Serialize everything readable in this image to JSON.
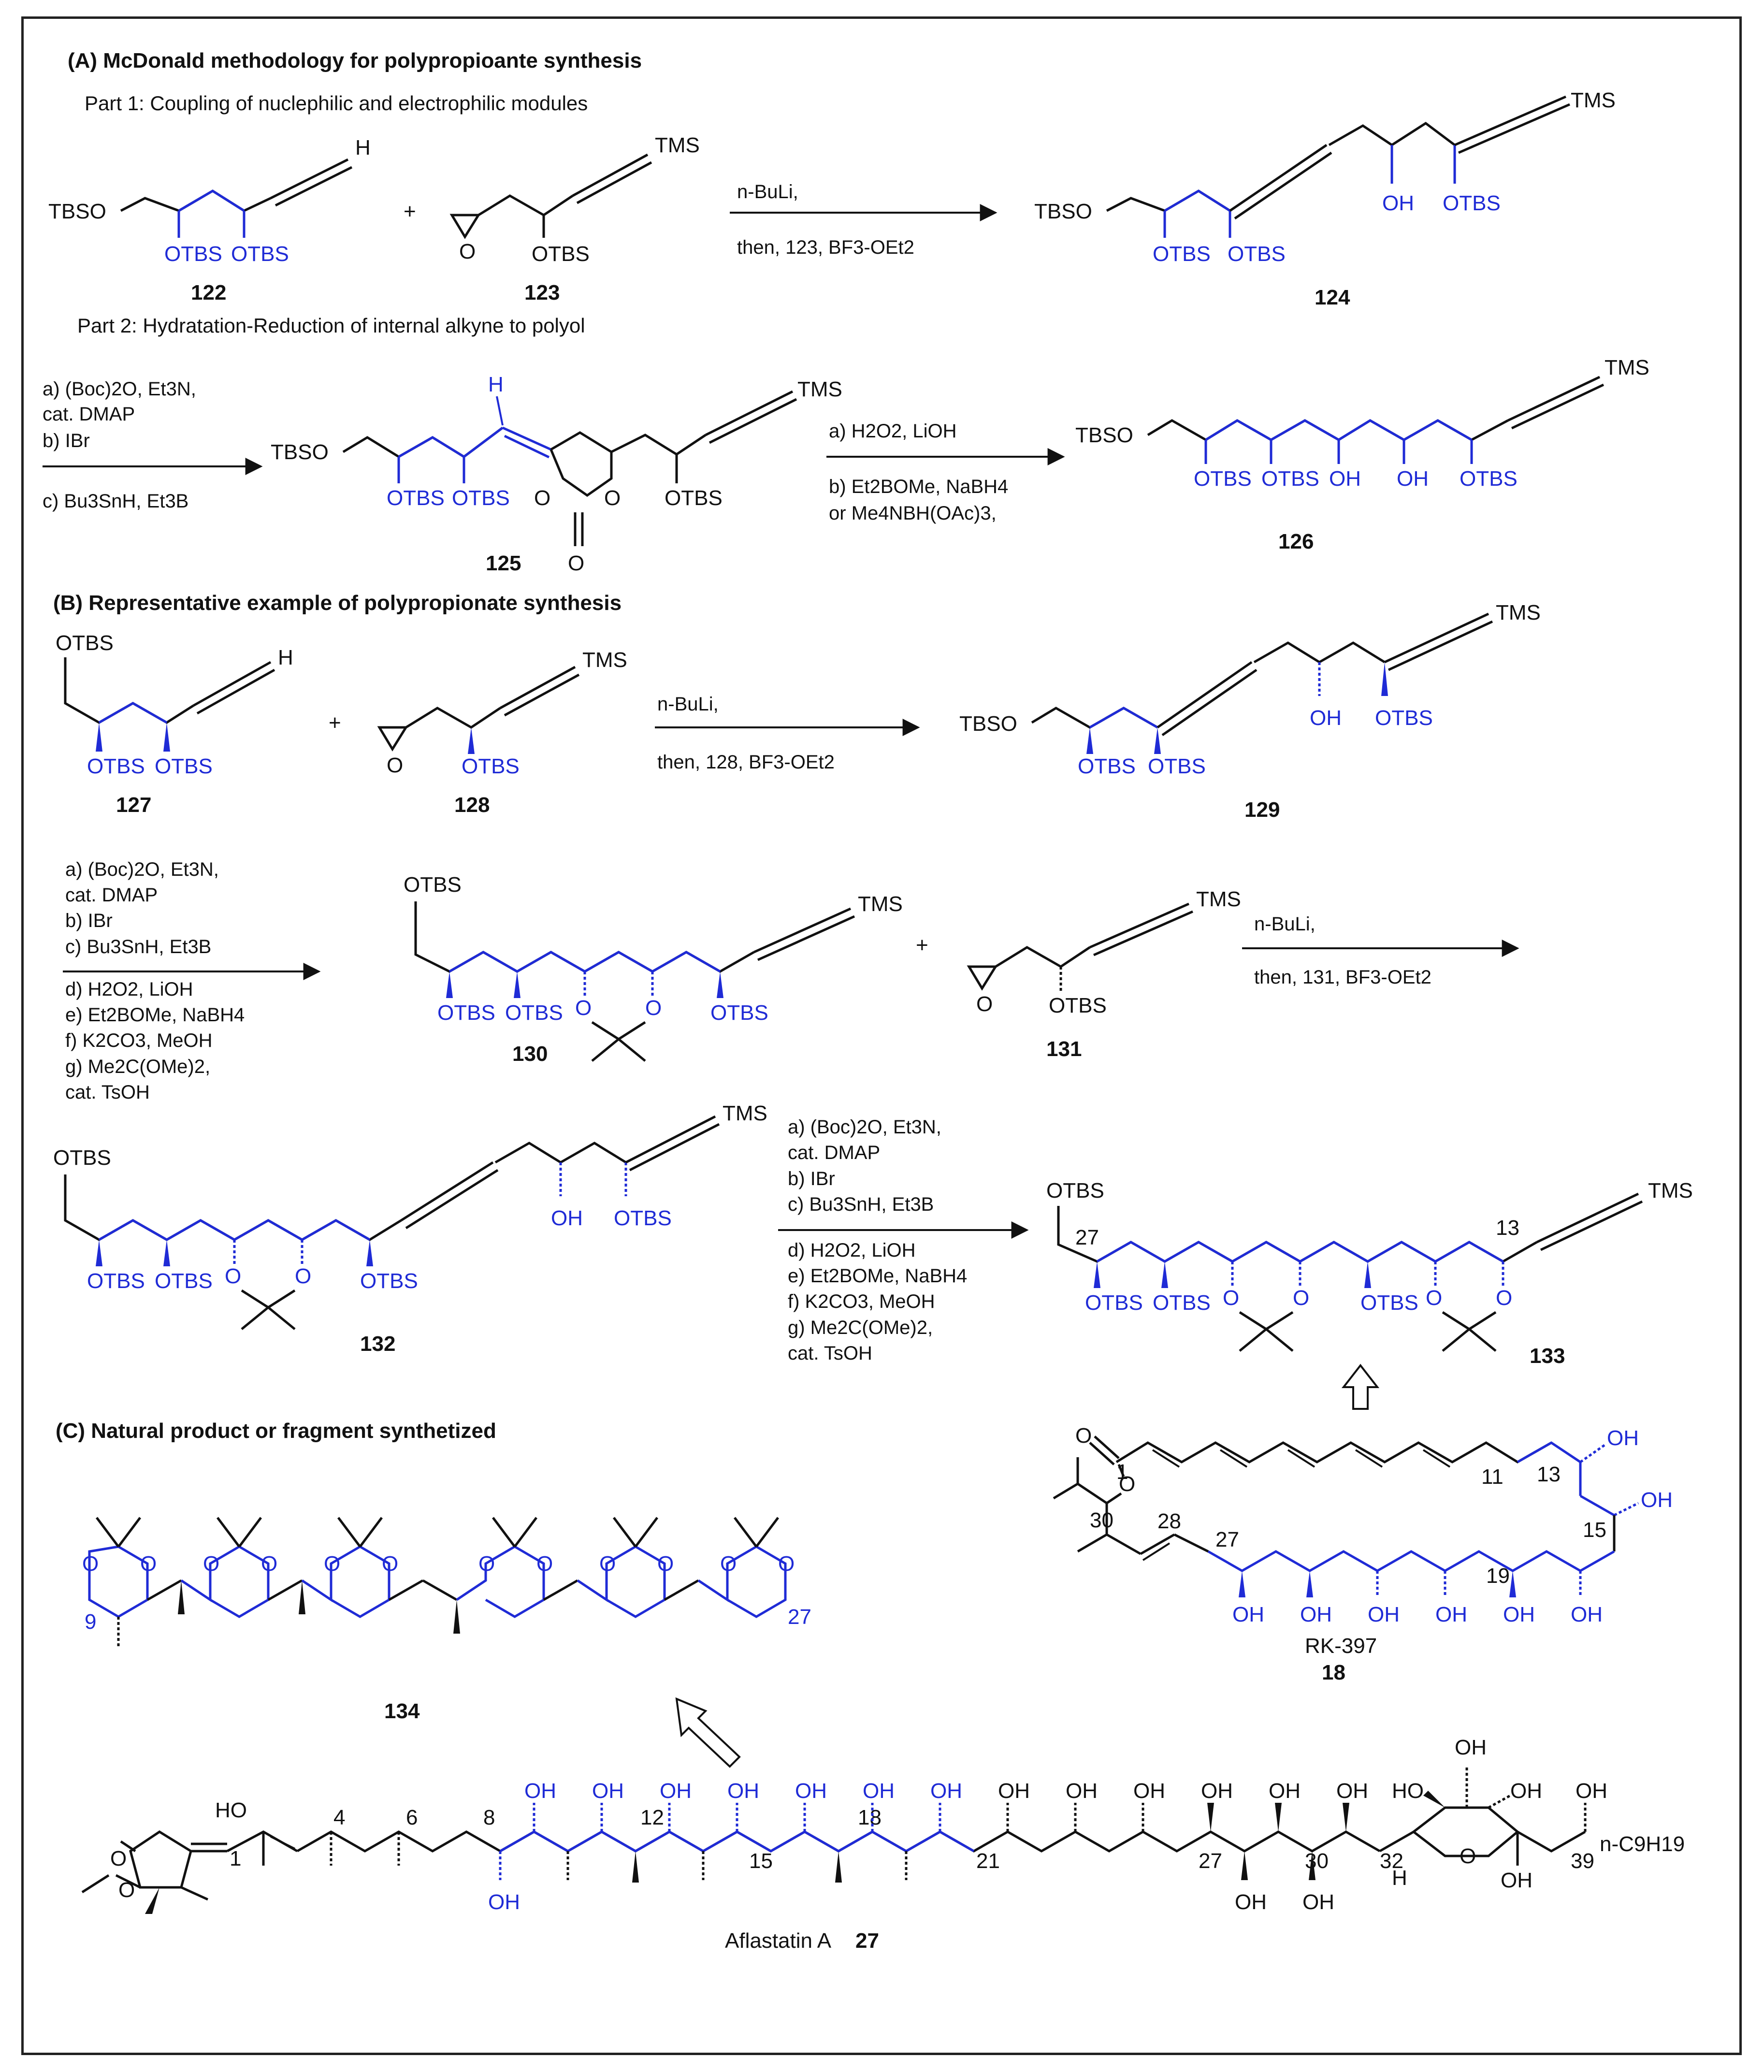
{
  "sections": {
    "a_title": "(A) McDonald methodology for polypropioante synthesis",
    "a_part1": "Part 1: Coupling of nuclephilic and electrophilic modules",
    "a_part2": "Part 2: Hydratation-Reduction of internal alkyne to polyol",
    "b_title": "(B) Representative example of polypropionate synthesis",
    "c_title": "(C) Natural product or fragment synthetized"
  },
  "compounds": {
    "c122": "122",
    "c123": "123",
    "c124": "124",
    "c125": "125",
    "c126": "126",
    "c127": "127",
    "c128": "128",
    "c129": "129",
    "c130": "130",
    "c131": "131",
    "c132": "132",
    "c133": "133",
    "c134": "134",
    "c18": "18",
    "c27": "27"
  },
  "labels": {
    "tbso": "TBSO",
    "otbs": "OTBS",
    "tms": "TMS",
    "oh": "OH",
    "h": "H",
    "o": "O",
    "ho": "HO",
    "plus": "+",
    "rk": "RK-397",
    "afla": "Aflastatin A",
    "nc9": "n-C9H19"
  },
  "reagents": {
    "r1": [
      "n-BuLi,",
      "then, 123, BF3-OEt2"
    ],
    "r2": [
      "a) (Boc)2O, Et3N,",
      "cat. DMAP",
      "b) IBr",
      "c) Bu3SnH, Et3B"
    ],
    "r3": [
      "a) H2O2, LiOH",
      "b) Et2BOMe, NaBH4",
      "or Me4NBH(OAc)3,"
    ],
    "r4": [
      "n-BuLi,",
      "then, 128, BF3-OEt2"
    ],
    "r5": [
      "a) (Boc)2O, Et3N,",
      "cat. DMAP",
      "b) IBr",
      "c) Bu3SnH, Et3B",
      "d) H2O2, LiOH",
      "e) Et2BOMe, NaBH4",
      "f) K2CO3, MeOH",
      "g) Me2C(OMe)2,",
      "cat. TsOH"
    ],
    "r6": [
      "n-BuLi,",
      "then, 131, BF3-OEt2"
    ],
    "r7": [
      "a) (Boc)2O, Et3N,",
      "cat. DMAP",
      "b) IBr",
      "c) Bu3SnH, Et3B",
      "d) H2O2, LiOH",
      "e) Et2BOMe, NaBH4",
      "f) K2CO3, MeOH",
      "g) Me2C(OMe)2,",
      "cat. TsOH"
    ]
  },
  "locants": {
    "n1": "1",
    "n4": "4",
    "n6": "6",
    "n8": "8",
    "n9": "9",
    "n11": "11",
    "n12": "12",
    "n13": "13",
    "n15": "15",
    "n18": "18",
    "n19": "19",
    "n21": "21",
    "n27": "27",
    "n28": "28",
    "n30": "30",
    "n32": "32",
    "n39": "39"
  },
  "colors": {
    "blue": "#1f2bd6",
    "black": "#111111"
  }
}
